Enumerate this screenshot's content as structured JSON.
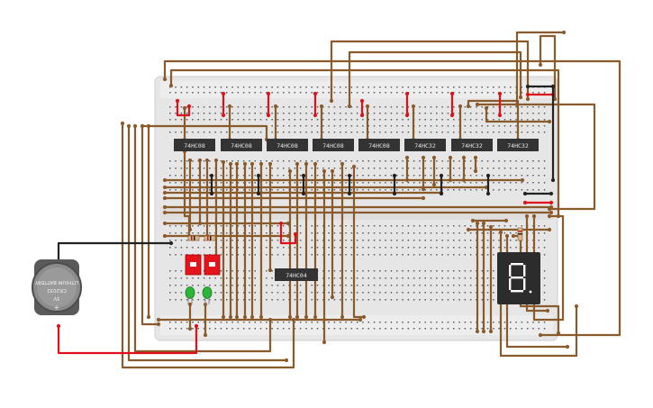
{
  "colors": {
    "wire": "#8a5a2b",
    "wire_red": "#e0101a",
    "wire_black": "#222222",
    "breadboard": "#e9e9e9",
    "breadboard_hole": "#5a5a5a",
    "chip": "#333333",
    "switch": "#e3141c",
    "led": "#2fb43a",
    "display": "#2c2c2c",
    "segment": "#ffffff"
  },
  "chips": [
    {
      "label": "74HC08"
    },
    {
      "label": "74HC08"
    },
    {
      "label": "74HC08"
    },
    {
      "label": "74HC08"
    },
    {
      "label": "74HC08"
    },
    {
      "label": "74HC32"
    },
    {
      "label": "74HC32"
    },
    {
      "label": "74HC32"
    }
  ],
  "lower_chip": {
    "label": "74HC04"
  },
  "battery": {
    "line1": "CR2032",
    "line2": "3V",
    "line3": "LITHIUM BATTERY"
  },
  "display": {
    "digit": "8"
  },
  "icons": {
    "battery": "coin-cell-battery-icon",
    "switch": "dip-switch-icon",
    "led": "led-icon",
    "resistor": "resistor-icon",
    "display": "seven-segment-display-icon"
  }
}
